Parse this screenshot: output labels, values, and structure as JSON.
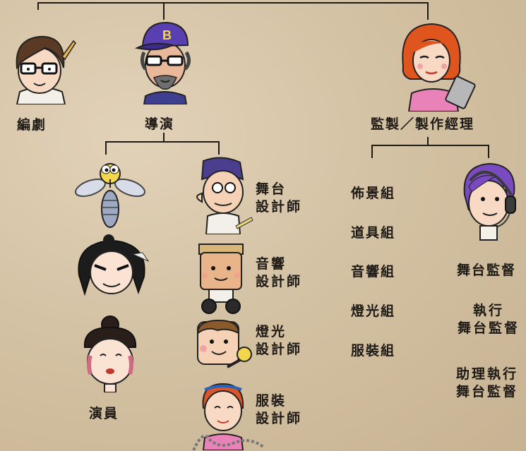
{
  "roles": {
    "playwright": "編劇",
    "director": "導演",
    "producer": "監製／製作經理",
    "actors": "演員",
    "stage_designer": [
      "舞台",
      "設計師"
    ],
    "sound_designer": [
      "音響",
      "設計師"
    ],
    "lighting_designer": [
      "燈光",
      "設計師"
    ],
    "costume_designer": [
      "服裝",
      "設計師"
    ],
    "set_crew": "佈景組",
    "props_crew": "道具組",
    "sound_crew": "音響組",
    "lighting_crew": "燈光組",
    "costume_crew": "服裝組",
    "stage_manager": "舞台監督",
    "deputy_stage_manager": [
      "執行",
      "舞台監督"
    ],
    "assistant_stage_manager": [
      "助理執行",
      "舞台監督"
    ]
  },
  "icons": {
    "playwright": "playwright-cartoon-icon",
    "director": "director-cartoon-icon",
    "producer": "producer-cartoon-icon",
    "actors": [
      "mosquito-cartoon-icon",
      "warrior-cartoon-icon",
      "opera-lady-cartoon-icon"
    ],
    "stage_designer": "stage-designer-cartoon-icon",
    "sound_designer": "sound-designer-cartoon-icon",
    "lighting_designer": "lighting-designer-cartoon-icon",
    "costume_designer": "costume-designer-cartoon-icon",
    "stage_manager": "stage-manager-cartoon-icon"
  }
}
